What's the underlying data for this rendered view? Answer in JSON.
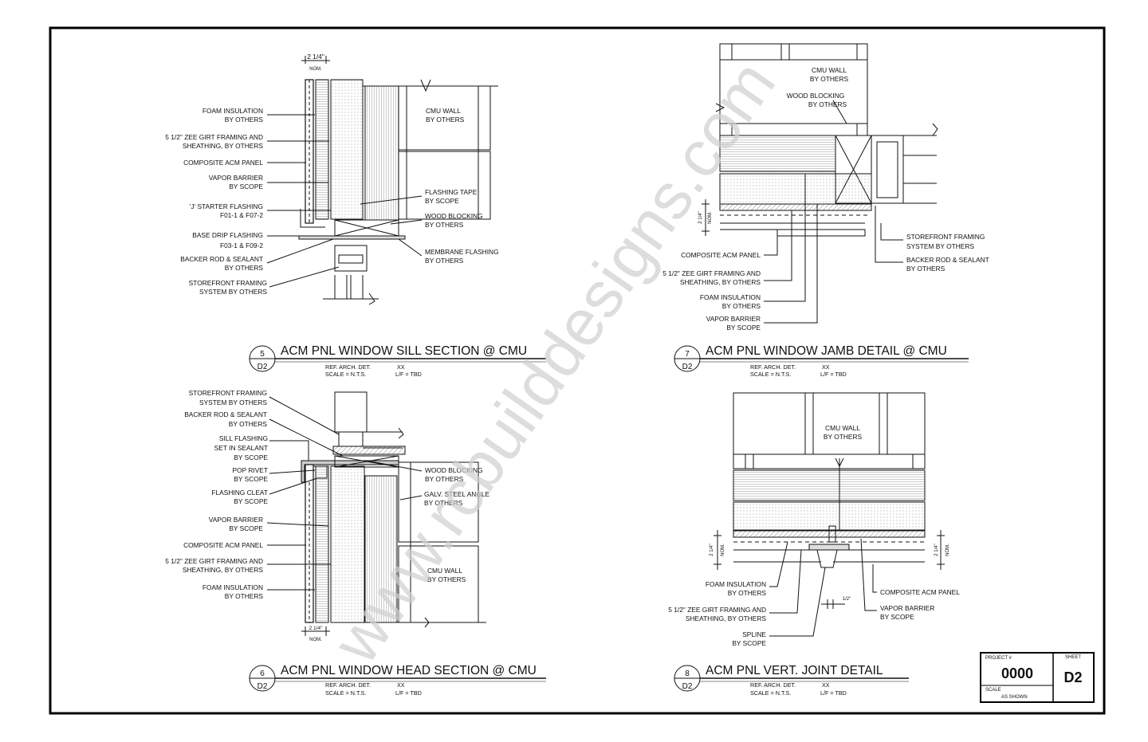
{
  "details": [
    {
      "number": "5",
      "sheet": "D2",
      "title": "ACM PNL WINDOW SILL SECTION @ CMU",
      "ref_label": "REF. ARCH. DET.",
      "ref_value": "XX",
      "scale_label": "SCALE = N.T.S.",
      "lf_label": "L/F = TBD",
      "dimension": "2 1/4\"",
      "dimension_note": "NOM.",
      "labels": {
        "foam": [
          "FOAM INSULATION",
          "BY OTHERS"
        ],
        "zee": [
          "5 1/2\" ZEE GIRT FRAMING AND",
          "SHEATHING, BY OTHERS"
        ],
        "acm": [
          "COMPOSITE ACM PANEL"
        ],
        "vapor": [
          "VAPOR BARRIER",
          "BY SCOPE"
        ],
        "jstart": [
          "'J' STARTER FLASHING",
          "F01-1 & F07-2"
        ],
        "basedrip": [
          "BASE DRIP FLASHING",
          "F03-1 & F09-2"
        ],
        "backer": [
          "BACKER ROD & SEALANT",
          "BY OTHERS"
        ],
        "storefront": [
          "STOREFRONT FRAMING",
          "SYSTEM BY OTHERS"
        ],
        "cmu": [
          "CMU WALL",
          "BY OTHERS"
        ],
        "tape": [
          "FLASHING TAPE",
          "BY SCOPE"
        ],
        "wood": [
          "WOOD BLOCKING",
          "BY OTHERS"
        ],
        "membrane": [
          "MEMBRANE FLASHING",
          "BY OTHERS"
        ]
      }
    },
    {
      "number": "7",
      "sheet": "D2",
      "title": "ACM PNL WINDOW JAMB DETAIL @ CMU",
      "ref_label": "REF. ARCH. DET.",
      "ref_value": "XX",
      "scale_label": "SCALE = N.T.S.",
      "lf_label": "L/F = TBD",
      "dimension": "2 1/4\"",
      "dimension_note": "NOM.",
      "labels": {
        "cmu": [
          "CMU WALL",
          "BY OTHERS"
        ],
        "wood": [
          "WOOD BLOCKING",
          "BY OTHERS"
        ],
        "acm": [
          "COMPOSITE ACM PANEL"
        ],
        "zee": [
          "5 1/2\" ZEE GIRT FRAMING AND",
          "SHEATHING, BY OTHERS"
        ],
        "foam": [
          "FOAM INSULATION",
          "BY OTHERS"
        ],
        "vapor": [
          "VAPOR BARRIER",
          "BY SCOPE"
        ],
        "storefront": [
          "STOREFRONT FRAMING",
          "SYSTEM BY OTHERS"
        ],
        "backer": [
          "BACKER ROD & SEALANT",
          "BY OTHERS"
        ]
      }
    },
    {
      "number": "6",
      "sheet": "D2",
      "title": "ACM PNL WINDOW HEAD SECTION @ CMU",
      "ref_label": "REF. ARCH. DET.",
      "ref_value": "XX",
      "scale_label": "SCALE = N.T.S.",
      "lf_label": "L/F = TBD",
      "dimension": "2 1/4\"",
      "dimension_note": "NOM.",
      "labels": {
        "storefront": [
          "STOREFRONT FRAMING",
          "SYSTEM BY OTHERS"
        ],
        "backer": [
          "BACKER ROD & SEALANT",
          "BY OTHERS"
        ],
        "sill": [
          "SILL FLASHING",
          "SET IN SEALANT",
          "BY SCOPE"
        ],
        "rivet": [
          "POP RIVET",
          "BY SCOPE"
        ],
        "cleat": [
          "FLASHING CLEAT",
          "BY SCOPE"
        ],
        "vapor": [
          "VAPOR BARRIER",
          "BY SCOPE"
        ],
        "acm": [
          "COMPOSITE ACM PANEL"
        ],
        "zee": [
          "5 1/2\" ZEE GIRT FRAMING AND",
          "SHEATHING, BY OTHERS"
        ],
        "foam": [
          "FOAM INSULATION",
          "BY OTHERS"
        ],
        "wood": [
          "WOOD BLOCKING",
          "BY OTHERS"
        ],
        "angle": [
          "GALV. STEEL ANGLE",
          "BY OTHERS"
        ],
        "cmu": [
          "CMU WALL",
          "BY OTHERS"
        ]
      }
    },
    {
      "number": "8",
      "sheet": "D2",
      "title": "ACM PNL VERT. JOINT DETAIL",
      "ref_label": "REF. ARCH. DET.",
      "ref_value": "XX",
      "scale_label": "SCALE = N.T.S.",
      "lf_label": "L/F = TBD",
      "dimension": "2 1/4\"",
      "dimension_note": "NOM.",
      "gap_dimension": "1/2\"",
      "labels": {
        "cmu": [
          "CMU WALL",
          "BY OTHERS"
        ],
        "foam": [
          "FOAM INSULATION",
          "BY OTHERS"
        ],
        "zee": [
          "5 1/2\" ZEE GIRT FRAMING AND",
          "SHEATHING, BY OTHERS"
        ],
        "spline": [
          "SPLINE",
          "BY SCOPE"
        ],
        "acm": [
          "COMPOSITE ACM PANEL"
        ],
        "vapor": [
          "VAPOR BARRIER",
          "BY SCOPE"
        ]
      }
    }
  ],
  "title_block": {
    "project_label": "PROJECT #",
    "project_number": "0000",
    "sheet_label": "SHEET",
    "sheet_number": "D2",
    "scale_label": "SCALE",
    "scale_value": "AS SHOWN"
  },
  "watermark": "www.rcbuilddesigns.com"
}
